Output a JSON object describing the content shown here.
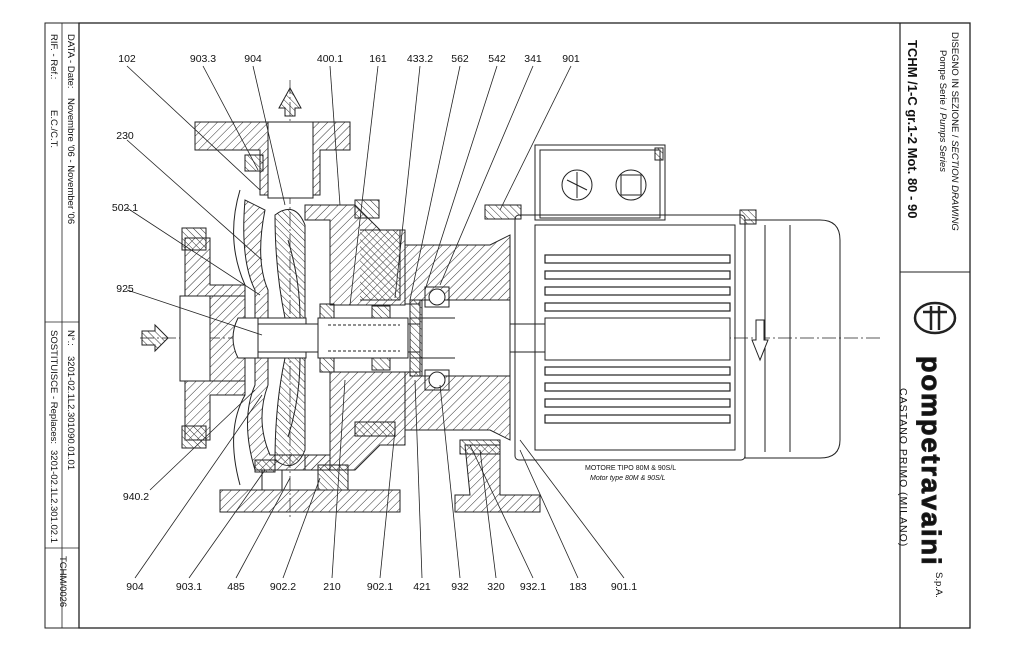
{
  "drawing": {
    "title": "TCHM /1-C gr.1-2 Mot. 80 - 90",
    "heading_it": "DISEGNO IN SEZIONE",
    "heading_en": "SECTION DRAWING",
    "subheading_it": "Pompe Serie",
    "subheading_en": "Pumps Series"
  },
  "company": {
    "name": "pompetravaini",
    "suffix": "S.p.A.",
    "city": "CASTANO PRIMO",
    "province": "(MILANO)"
  },
  "left_strip": {
    "rif": "RIF. - Ref.:",
    "rif_value": "E.C./C.T.",
    "data_label": "DATA - Date:",
    "data_value": "Novembre '06 - November '06",
    "sostituisce": "SOSTITUISCE - Replaces:",
    "sostituisce_value": "3201-02.1L2.301.02.1",
    "numero": "N°.:",
    "numero_value": "3201-02.1L2.301090.01.01",
    "code": "TCHM/0026"
  },
  "motor_note": {
    "line_it": "MOTORE TIPO 80M & 90S/L",
    "line_en": "Motor type 80M & 90S/L"
  },
  "callouts_top": [
    "102",
    "903.3",
    "904",
    "400.1",
    "161",
    "433.2",
    "562",
    "542",
    "341",
    "901"
  ],
  "callouts_left": [
    "230",
    "502.1",
    "925",
    "940.2"
  ],
  "callouts_bottom": [
    "904",
    "903.1",
    "485",
    "902.2",
    "210",
    "902.1",
    "421",
    "932",
    "320",
    "932.1",
    "183",
    "901.1"
  ]
}
